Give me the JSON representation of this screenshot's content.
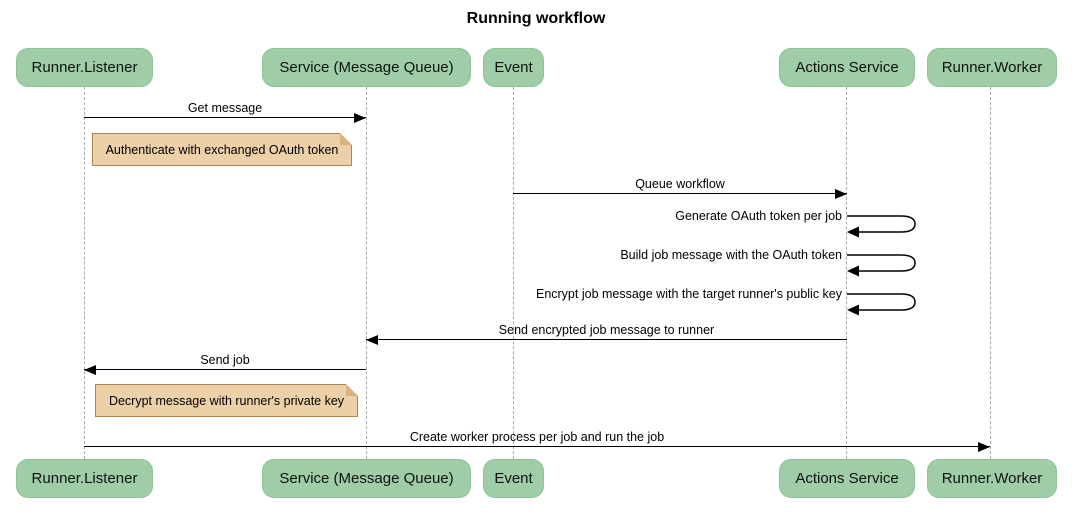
{
  "title": "Running workflow",
  "participants": [
    {
      "label": "Runner.Listener"
    },
    {
      "label": "Service (Message Queue)"
    },
    {
      "label": "Event"
    },
    {
      "label": "Actions Service"
    },
    {
      "label": "Runner.Worker"
    }
  ],
  "messages": [
    {
      "label": "Get message",
      "from": "Runner.Listener",
      "to": "Service (Message Queue)",
      "type": "arrow"
    },
    {
      "label": "Queue workflow",
      "from": "Event",
      "to": "Actions Service",
      "type": "arrow"
    },
    {
      "label": "Generate OAuth token per job",
      "from": "Actions Service",
      "to": "Actions Service",
      "type": "self"
    },
    {
      "label": "Build job message with the OAuth token",
      "from": "Actions Service",
      "to": "Actions Service",
      "type": "self"
    },
    {
      "label": "Encrypt job message with the target runner's public key",
      "from": "Actions Service",
      "to": "Actions Service",
      "type": "self"
    },
    {
      "label": "Send encrypted job message to runner",
      "from": "Actions Service",
      "to": "Service (Message Queue)",
      "type": "arrow"
    },
    {
      "label": "Send job",
      "from": "Service (Message Queue)",
      "to": "Runner.Listener",
      "type": "arrow"
    },
    {
      "label": "Create worker process per job and run the job",
      "from": "Runner.Listener",
      "to": "Runner.Worker",
      "type": "arrow"
    }
  ],
  "notes": [
    {
      "label": "Authenticate with exchanged OAuth token",
      "over": "Runner.Listener"
    },
    {
      "label": "Decrypt message with runner's private key",
      "over": "Runner.Listener"
    }
  ],
  "colors": {
    "participant_fill": "#9ecda7",
    "note_fill": "#ecd0a7",
    "note_border": "#ad8453",
    "lifeline": "#a9a9a9",
    "message_line": "#000000"
  }
}
